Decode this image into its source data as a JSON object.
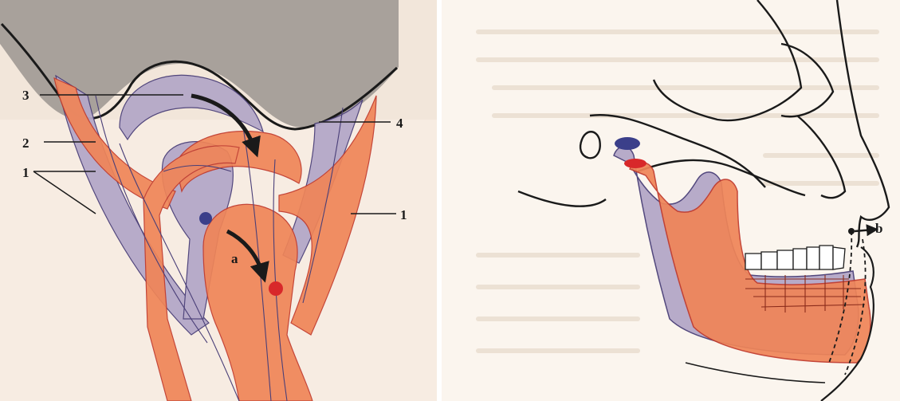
{
  "labels": {
    "left": {
      "n1_left": "1",
      "n1_right": "1",
      "n2": "2",
      "n3": "3",
      "n4": "4",
      "a": "a"
    },
    "right": {
      "b": "b"
    }
  },
  "colors": {
    "panel_background": "#f7ece2",
    "skull_base": "#a8a19b",
    "original_position": "#b4a8c8",
    "displaced_position": "#f08558",
    "outline": "#1a1a1a",
    "marker_original": "#3b3f8a",
    "marker_displaced": "#d8282a",
    "right_background": "#fbf5ee"
  }
}
